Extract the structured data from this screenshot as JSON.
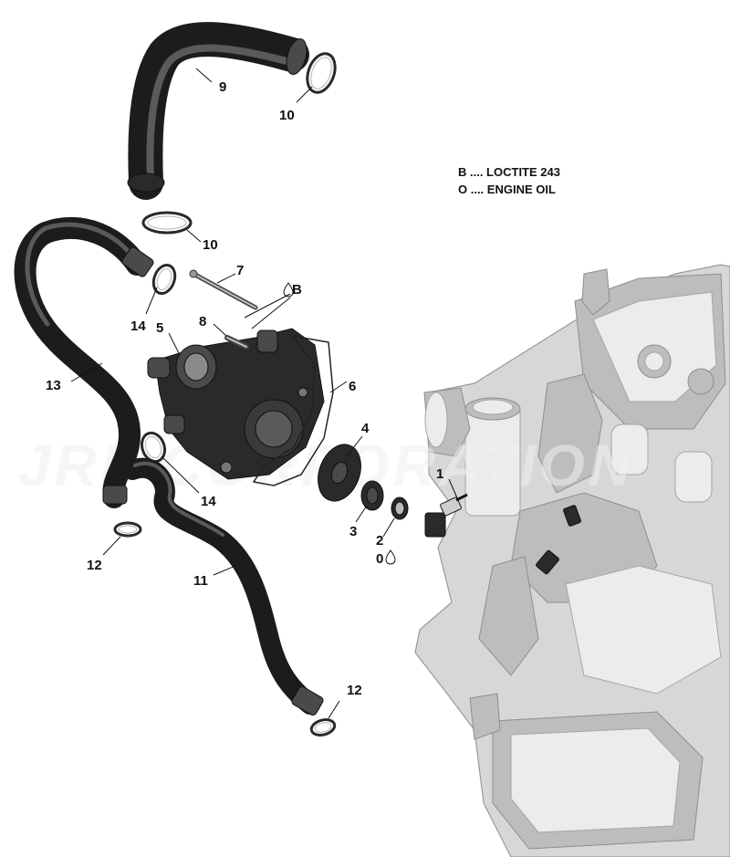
{
  "legend": {
    "line_b": "B .... LOCTITE 243",
    "line_o": "O .... ENGINE OIL"
  },
  "callouts": {
    "c1": "1",
    "c2": "2",
    "c3": "3",
    "c4": "4",
    "c5": "5",
    "c6": "6",
    "c7": "7",
    "c8": "8",
    "c9": "9",
    "c10a": "10",
    "c10b": "10",
    "c11": "11",
    "c12a": "12",
    "c12b": "12",
    "c13": "13",
    "c14a": "14",
    "c14b": "14",
    "mark_b": "B",
    "mark_o": "0"
  },
  "icons": {
    "liquid_drop": "liquid-drop-icon"
  },
  "colors": {
    "hose": "#1c1c1c",
    "engine": "#d7d7d7",
    "line": "#111111"
  }
}
